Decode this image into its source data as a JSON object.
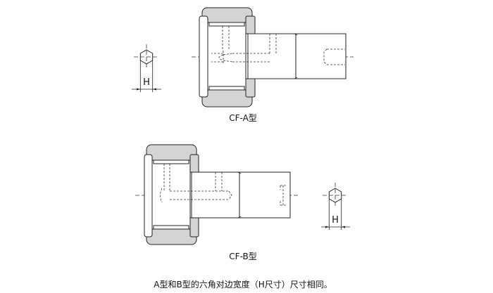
{
  "figure": {
    "type_a_label": "CF-A型",
    "type_b_label": "CF-B型",
    "dimension_label": "H",
    "caption": "A型和B型的六角对边宽度（H尺寸）尺寸相同。",
    "colors": {
      "outer_ring": "#d4d4d4",
      "line": "#222222"
    }
  }
}
